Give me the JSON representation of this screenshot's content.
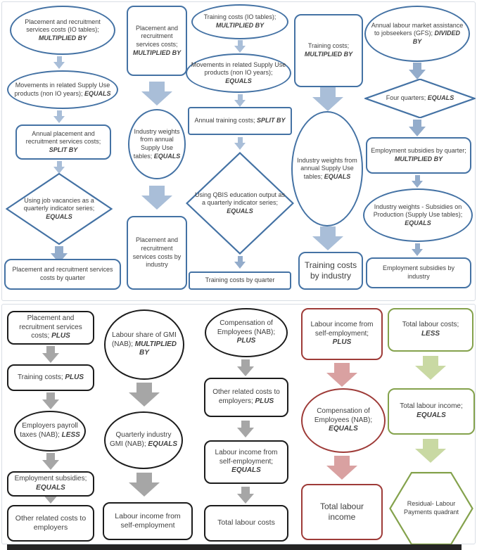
{
  "top": {
    "col1": {
      "n1": {
        "text": "Placement and recruitment services costs (IO tables);",
        "op": "MULTIPLIED BY"
      },
      "n2": {
        "text": "Movements in related Supply Use products (non IO years);",
        "op": "EQUALS"
      },
      "n3": {
        "text": "Annual placement and recruitment services costs;",
        "op": "SPLIT BY"
      },
      "n4": {
        "text": "Using job vacancies as a quarterly indicator series;",
        "op": "EQUALS"
      },
      "n5": {
        "text": "Placement and recruitment services costs by quarter",
        "op": ""
      }
    },
    "col2": {
      "n1": {
        "text": "Placement and recruitment services costs;",
        "op": "MULTIPLIED BY"
      },
      "n2": {
        "text": "Industry weights from annual Supply Use tables;",
        "op": "EQUALS"
      },
      "n3": {
        "text": "Placement and recruitment services costs by industry",
        "op": ""
      }
    },
    "col3": {
      "n1": {
        "text": "Training costs (IO tables);",
        "op": "MULTIPLIED BY"
      },
      "n2": {
        "text": "Movements in related Supply Use products (non IO years);",
        "op": "EQUALS"
      },
      "n3": {
        "text": "Annual training costs;",
        "op": "SPLIT BY"
      },
      "n4": {
        "text": "Using QBIS education output as a quarterly indicator series;",
        "op": "EQUALS"
      },
      "n5": {
        "text": "Training costs by quarter",
        "op": ""
      }
    },
    "col4": {
      "n1": {
        "text": "Training costs;",
        "op": "MULTIPLIED BY"
      },
      "n2": {
        "text": "Industry weights from annual Supply Use tables;",
        "op": "EQUALS"
      },
      "n3": {
        "text": "Training costs by industry",
        "op": ""
      }
    },
    "col5": {
      "n1": {
        "text": "Annual labour market assistance to jobseekers (GFS);",
        "op": "DIVIDED BY"
      },
      "n2": {
        "text": "Four quarters;",
        "op": "EQUALS"
      },
      "n3": {
        "text": "Employment subsidies by quarter;",
        "op": "MULTIPLIED BY"
      },
      "n4": {
        "text": "Industry weights - Subsidies on Production (Supply Use tables);",
        "op": "EQUALS"
      },
      "n5": {
        "text": "Employment subsidies by industry",
        "op": ""
      }
    }
  },
  "bottom": {
    "col1": {
      "n1": {
        "text": "Placement and recruitment services costs;",
        "op": "PLUS"
      },
      "n2": {
        "text": "Training costs;",
        "op": "PLUS"
      },
      "n3": {
        "text": "Employers payroll taxes (NAB);",
        "op": "LESS"
      },
      "n4": {
        "text": "Employment subsidies;",
        "op": "EQUALS"
      },
      "n5": {
        "text": "Other related costs to employers",
        "op": ""
      }
    },
    "col2": {
      "n1": {
        "text": "Labour share of GMI (NAB);",
        "op": "MULTIPLIED BY"
      },
      "n2": {
        "text": "Quarterly industry GMI (NAB);",
        "op": "EQUALS"
      },
      "n3": {
        "text": "Labour income from self-employment",
        "op": ""
      }
    },
    "col3": {
      "n1": {
        "text": "Compensation of Employees (NAB);",
        "op": "PLUS"
      },
      "n2": {
        "text": "Other related costs to employers;",
        "op": "PLUS"
      },
      "n3": {
        "text": "Labour income from self-employment;",
        "op": "EQUALS"
      },
      "n4": {
        "text": "Total labour costs",
        "op": ""
      }
    },
    "col4": {
      "n1": {
        "text": "Labour income from self-employment;",
        "op": "PLUS"
      },
      "n2": {
        "text": "Compensation of Employees (NAB);",
        "op": "EQUALS"
      },
      "n3": {
        "text": "Total labour income",
        "op": ""
      }
    },
    "col5": {
      "n1": {
        "text": "Total labour costs;",
        "op": "LESS"
      },
      "n2": {
        "text": "Total labour income;",
        "op": "EQUALS"
      },
      "n3": {
        "text": "Residual- Labour Payments quadrant",
        "op": ""
      }
    }
  },
  "colors": {
    "blue_outline": "#4472a4",
    "black_outline": "#1c1c1c",
    "red_outline": "#9e3b38",
    "green_outline": "#84a24c",
    "arrow_blue": "#a9bed8",
    "arrow_gray": "#a6a6a6",
    "arrow_pink": "#d9a1a1",
    "arrow_green": "#c9d9a3"
  }
}
